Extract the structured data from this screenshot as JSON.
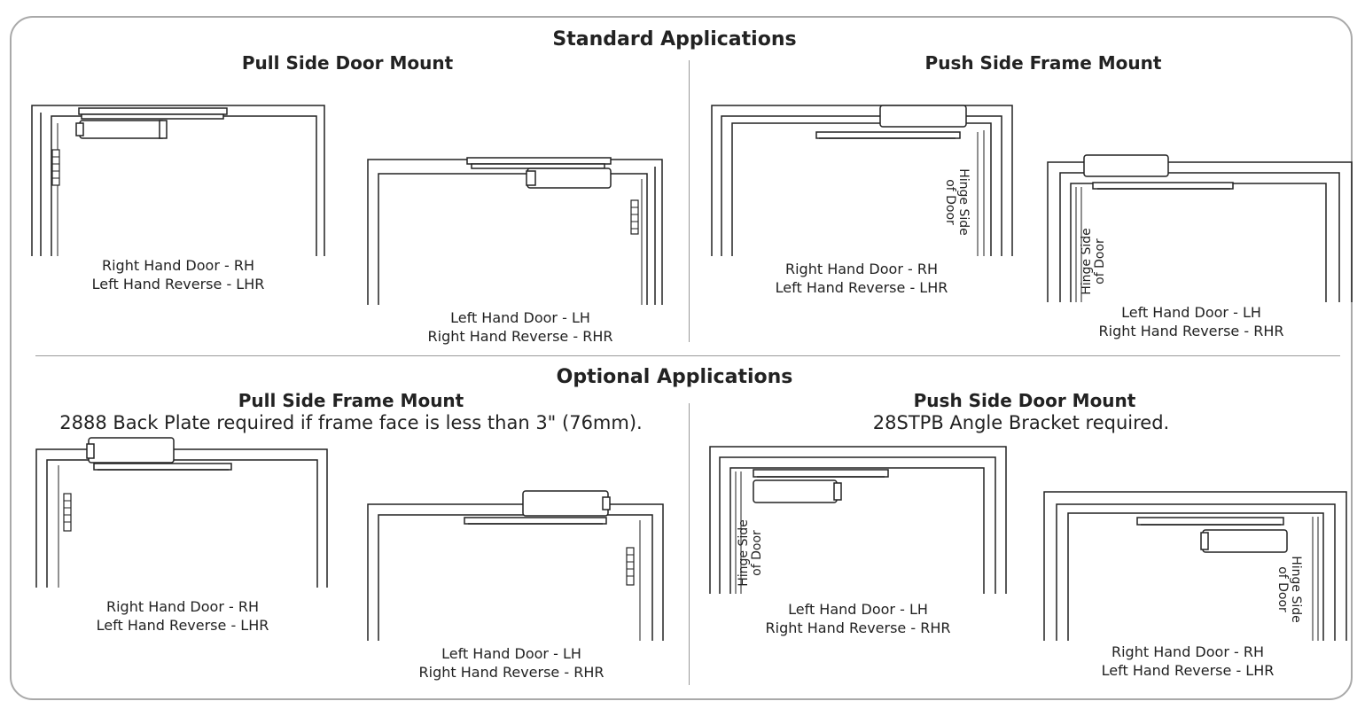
{
  "standard": {
    "heading": "Standard Applications",
    "pull_side_door_mount": {
      "title": "Pull Side Door Mount",
      "left_caption": [
        "Right Hand Door - RH",
        "Left Hand Reverse - LHR"
      ],
      "right_caption": [
        "Left Hand Door - LH",
        "Right Hand Reverse - RHR"
      ]
    },
    "push_side_frame_mount": {
      "title": "Push Side Frame Mount",
      "left_caption": [
        "Right Hand Door - RH",
        "Left Hand Reverse - LHR"
      ],
      "right_caption": [
        "Left Hand Door - LH",
        "Right Hand Reverse - RHR"
      ],
      "left_hinge_label": [
        "Hinge Side",
        "of Door"
      ],
      "right_hinge_label": [
        "Hinge Side",
        "of Door"
      ]
    }
  },
  "optional": {
    "heading": "Optional Applications",
    "pull_side_frame_mount": {
      "title": "Pull Side Frame Mount",
      "note": "2888 Back Plate required if frame face is less than 3\" (76mm).",
      "left_caption": [
        "Right Hand Door - RH",
        "Left Hand Reverse - LHR"
      ],
      "right_caption": [
        "Left Hand Door - LH",
        "Right Hand Reverse - RHR"
      ]
    },
    "push_side_door_mount": {
      "title": "Push Side Door Mount",
      "note": "28STPB Angle Bracket required.",
      "left_caption": [
        "Left Hand Door - LH",
        "Right Hand Reverse - RHR"
      ],
      "right_caption": [
        "Right Hand Door - RH",
        "Left Hand Reverse - LHR"
      ],
      "left_hinge_label": [
        "Hinge Side",
        "of Door"
      ],
      "right_hinge_label": [
        "Hinge Side",
        "of Door"
      ]
    }
  }
}
